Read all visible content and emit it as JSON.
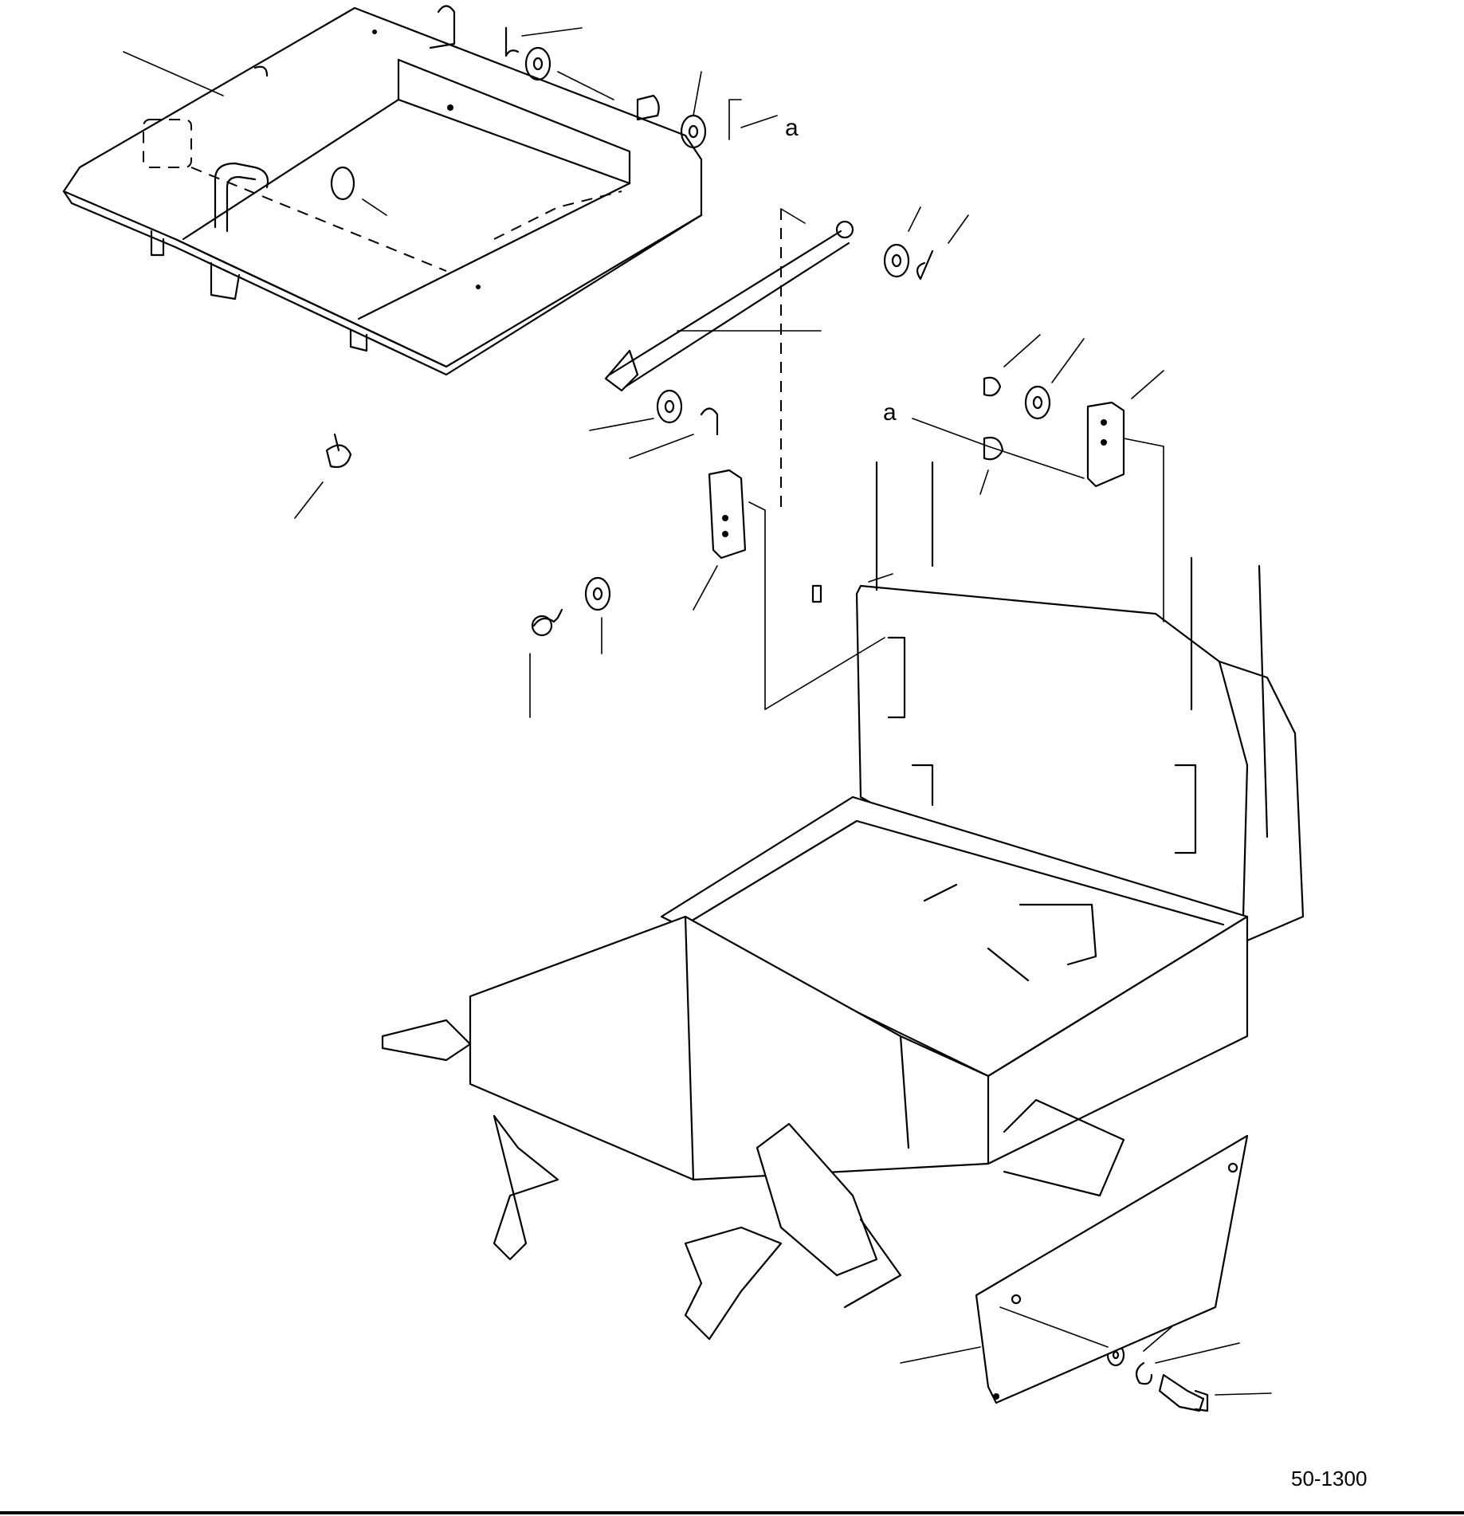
{
  "callouts": {
    "ref_a_top": "a",
    "ref_a_mid": "a"
  },
  "drawing_number": "50-1300"
}
